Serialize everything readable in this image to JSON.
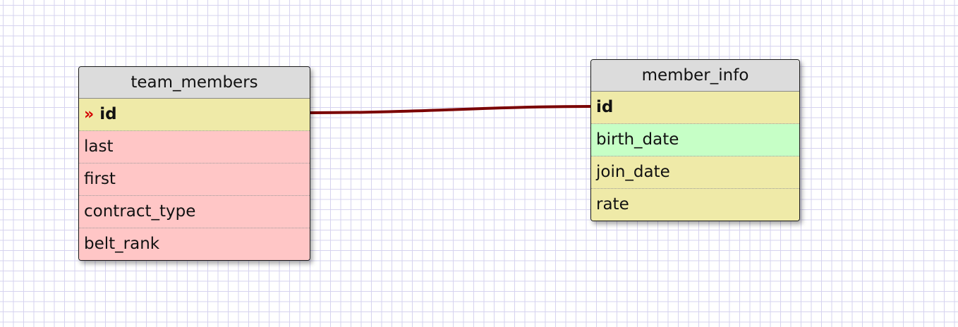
{
  "colors": {
    "grid_line": "#d6d3ef",
    "header_bg": "#dcdcdc",
    "key_row": "#efeaa8",
    "field_pink": "#ffc6c6",
    "field_green": "#c6ffc6",
    "field_yellow": "#efeaa8",
    "relation_line": "#7a0000",
    "key_marker": "#d40000"
  },
  "tables": [
    {
      "name": "team_members",
      "rows": [
        {
          "label": "id",
          "marker": "»",
          "bold": true,
          "color": "#efeaa8"
        },
        {
          "label": "last",
          "color": "#ffc6c6"
        },
        {
          "label": "first",
          "color": "#ffc6c6"
        },
        {
          "label": "contract_type",
          "color": "#ffc6c6"
        },
        {
          "label": "belt_rank",
          "color": "#ffc6c6"
        }
      ]
    },
    {
      "name": "member_info",
      "rows": [
        {
          "label": "id",
          "bold": true,
          "color": "#efeaa8"
        },
        {
          "label": "birth_date",
          "color": "#c6ffc6"
        },
        {
          "label": "join_date",
          "color": "#efeaa8"
        },
        {
          "label": "rate",
          "color": "#efeaa8"
        }
      ]
    }
  ],
  "relations": [
    {
      "from_table": "team_members",
      "from_field": "id",
      "to_table": "member_info",
      "to_field": "id",
      "color": "#7a0000"
    }
  ]
}
